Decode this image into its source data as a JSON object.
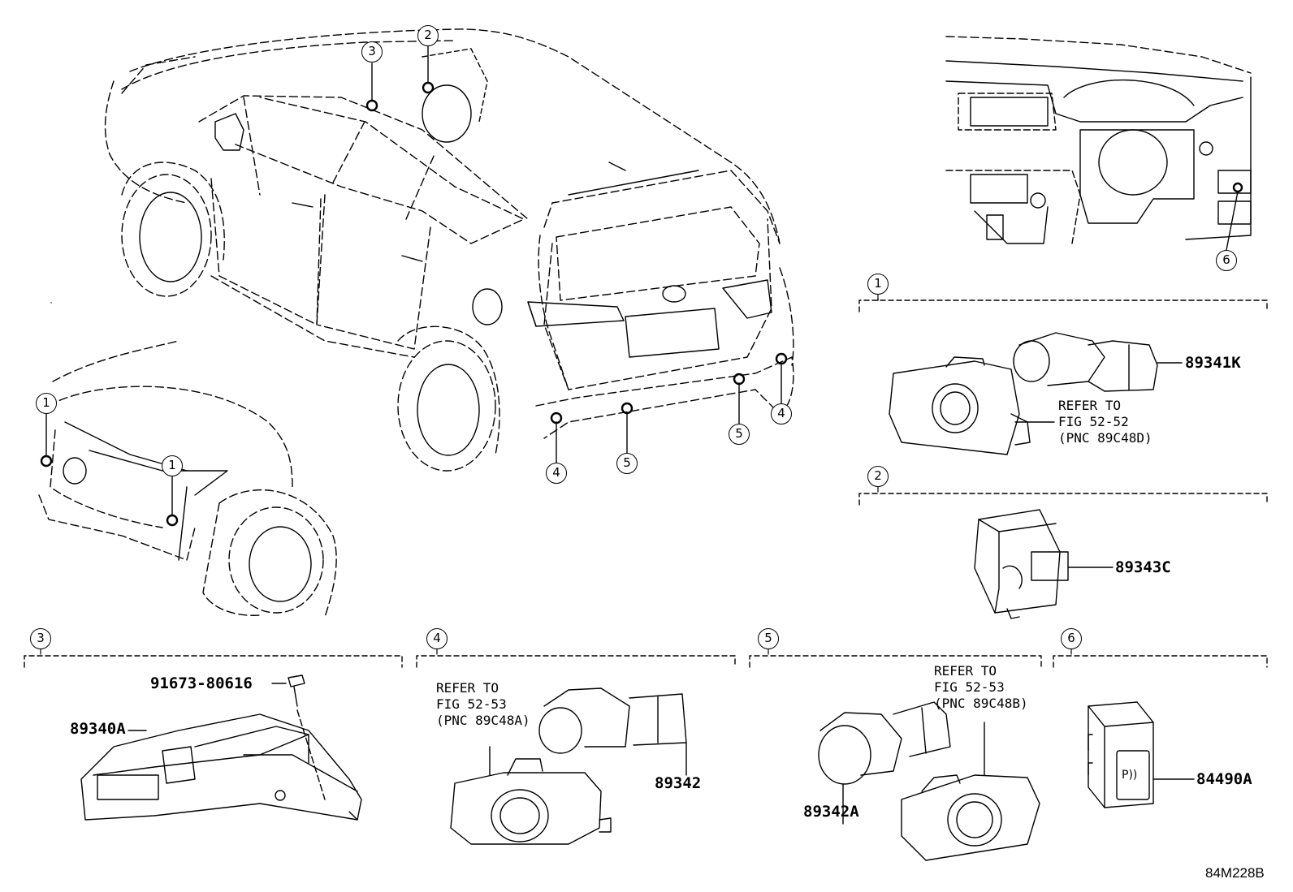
{
  "callouts": {
    "c1": "1",
    "c2": "2",
    "c3": "3",
    "c4": "4",
    "c5": "5",
    "c6": "6"
  },
  "parts": {
    "p89341K": "89341K",
    "p89343C": "89343C",
    "p91673": "91673-80616",
    "p89340A": "89340A",
    "p89342": "89342",
    "p89342A": "89342A",
    "p84490A": "84490A"
  },
  "notes": {
    "refer_to": "REFER TO",
    "fig_52_52": "FIG 52-52",
    "pnc_89C48D": "(PNC 89C48D)",
    "fig_52_53": "FIG 52-53",
    "pnc_89C48A": "(PNC 89C48A)",
    "pnc_89C48B": "(PNC 89C48B)"
  },
  "diagram_code": "84M228B",
  "switch_symbol": "P))"
}
